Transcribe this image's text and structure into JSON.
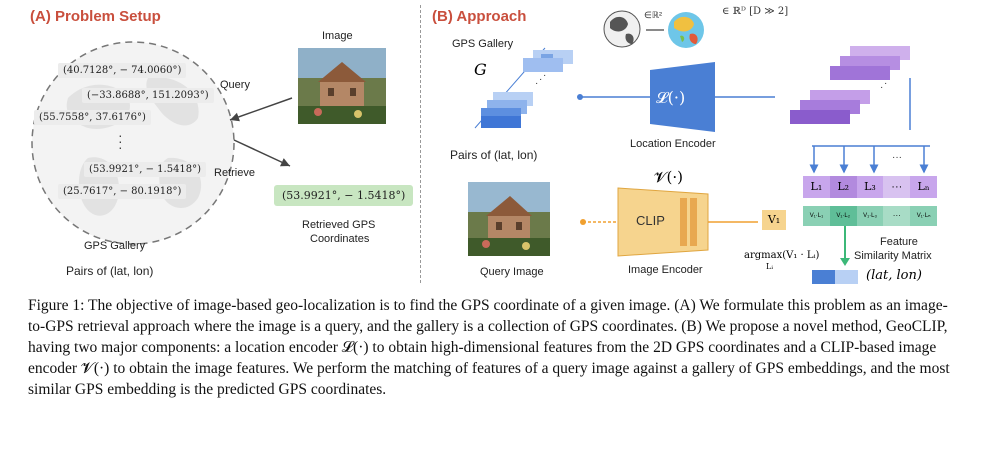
{
  "panel_a": {
    "title": "(A)  Problem Setup",
    "image_label": "Image",
    "query_label": "Query",
    "retrieve_label": "Retrieve",
    "gallery_coords": [
      "(40.7128°,  − 74.0060°)",
      "(−33.8688°, 151.2093°)",
      "(55.7558°, 37.6176°)",
      "(53.9921°,  − 1.5418°)",
      "(25.7617°,  − 80.1918°)"
    ],
    "gallery_label": "GPS Gallery",
    "pairs_label": "Pairs of (lat, lon)",
    "retrieved_coord": "(53.9921°,  − 1.5418°)",
    "retrieved_label_1": "Retrieved GPS",
    "retrieved_label_2": "Coordinates"
  },
  "panel_b": {
    "title": "(B)  Approach",
    "gps_gallery_label": "GPS Gallery",
    "g_symbol": "G",
    "pairs_label": "Pairs of (lat, lon)",
    "r2_label": "∈ ℝ²",
    "rd_label": "∈ ℝᴰ [D ≫ 2]",
    "location_encoder_symbol": "𝓛(·)",
    "location_encoder_label": "Location Encoder",
    "clip_symbol": "𝓥(·)",
    "clip_label": "CLIP",
    "image_encoder_label": "Image Encoder",
    "query_image_label": "Query Image",
    "v1_label": "V₁",
    "l_labels": [
      "L₁",
      "L₂",
      "L₃",
      "···",
      "Lₙ"
    ],
    "sim_labels": [
      "V₁·L₁",
      "V₁·L₂",
      "V₁·L₃",
      "···",
      "V₁·Lₙ"
    ],
    "argmax_label": "argmax(V₁ · Lᵢ)",
    "argmax_sub": "Lᵢ",
    "feature_label_1": "Feature",
    "feature_label_2": "Similarity Matrix",
    "output_label": "(lat, lon)"
  },
  "caption": "Figure 1: The objective of image-based geo-localization is to find the GPS coordinate of a given image. (A) We formulate this problem as an image-to-GPS retrieval approach where the image is a query, and the gallery is a collection of GPS coordinates. (B) We propose a novel method, GeoCLIP, having two major components: a location encoder 𝓛(·) to obtain high-dimensional features from the 2D GPS coordinates and a CLIP-based image encoder 𝓥(·) to obtain the image features. We perform the matching of features of a query image against a gallery of GPS embeddings, and the most similar GPS embedding is the predicted GPS coordinates."
}
